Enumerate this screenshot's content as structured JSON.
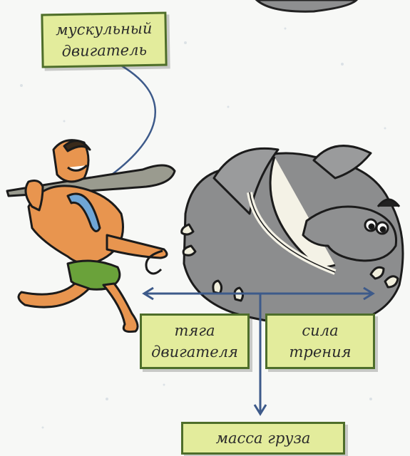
{
  "labels": {
    "muscle_engine": [
      "мускульный",
      "двигатель"
    ],
    "engine_thrust": [
      "тяга",
      "двигателя"
    ],
    "friction_force": [
      "сила",
      "трения"
    ],
    "cargo_mass": "масса груза"
  },
  "colors": {
    "label_fill": "#e3ec9c",
    "label_border": "#4e6e2a",
    "arrow": "#3d5a8a",
    "elephant": "#8c8d8e",
    "skin": "#e8954f"
  }
}
